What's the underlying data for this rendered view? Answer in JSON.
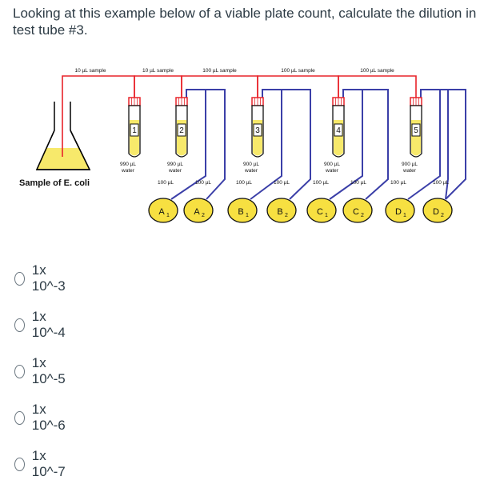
{
  "question": "Looking at this example below of a viable plate count, calculate the dilution in test tube #3.",
  "diagram": {
    "transfer_labels": [
      "10 µL sample",
      "10 µL sample",
      "100 µL sample",
      "100 µL sample",
      "100 µL sample"
    ],
    "tube_numbers": [
      "1",
      "2",
      "3",
      "4",
      "5"
    ],
    "tube_volumes": [
      "990 µL",
      "990 µL",
      "900 µL",
      "900 µL",
      "900 µL"
    ],
    "tube_water": [
      "water",
      "water",
      "water",
      "water",
      "water"
    ],
    "plate_transfer_label": "100 µL",
    "plates": [
      {
        "letter": "A",
        "sub": "1"
      },
      {
        "letter": "A",
        "sub": "2"
      },
      {
        "letter": "B",
        "sub": "1"
      },
      {
        "letter": "B",
        "sub": "2"
      },
      {
        "letter": "C",
        "sub": "1"
      },
      {
        "letter": "C",
        "sub": "2"
      },
      {
        "letter": "D",
        "sub": "1"
      },
      {
        "letter": "D",
        "sub": "2"
      }
    ],
    "flask_label": "Sample of E. coli",
    "colors": {
      "transfer_line": "#e8232a",
      "plate_line": "#3b3fa8",
      "liquid": "#f7e96b",
      "plate": "#f7e041",
      "tube_top": "#e8232a"
    }
  },
  "choices": [
    "1x 10^-3",
    "1x 10^-4",
    "1x 10^-5",
    "1x 10^-6",
    "1x 10^-7"
  ]
}
